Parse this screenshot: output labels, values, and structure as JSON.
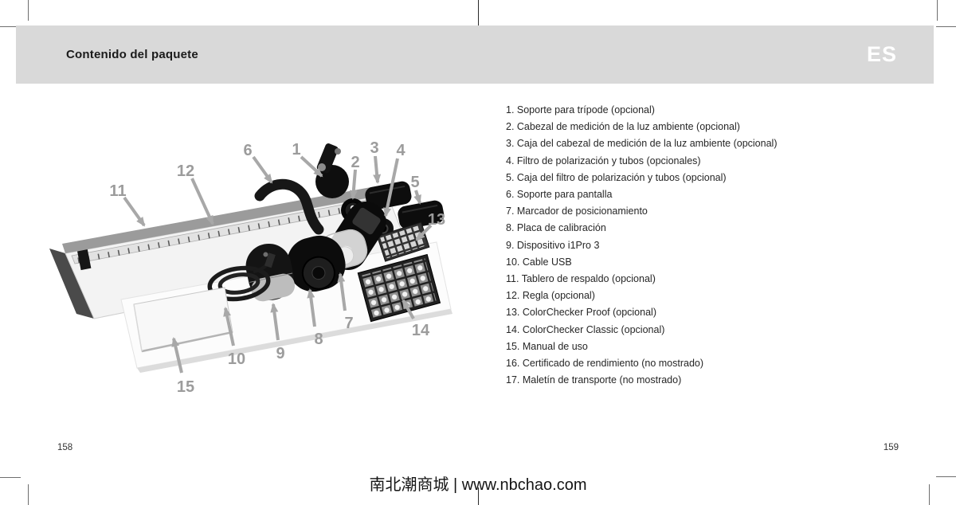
{
  "header": {
    "title": "Contenido del paquete",
    "language_badge": "ES"
  },
  "package_list": {
    "items": [
      "1. Soporte para trípode (opcional)",
      "2. Cabezal de medición de la luz ambiente (opcional)",
      "3. Caja del cabezal de medición de la luz ambiente (opcional)",
      "4. Filtro de polarización y tubos (opcionales)",
      "5. Caja del filtro de polarización y tubos (opcional)",
      "6. Soporte para pantalla",
      "7. Marcador de posicionamiento",
      "8. Placa de calibración",
      "9. Dispositivo i1Pro 3",
      "10. Cable USB",
      "11. Tablero de respaldo (opcional)",
      "12. Regla (opcional)",
      "13. ColorChecker Proof (opcional)",
      "14. ColorChecker Classic (opcional)",
      "15. Manual de uso",
      "16. Certificado de rendimiento (no mostrado)",
      "17. Maletín de transporte (no mostrado)"
    ]
  },
  "figure": {
    "callouts": [
      "1",
      "2",
      "3",
      "4",
      "5",
      "6",
      "7",
      "8",
      "9",
      "10",
      "11",
      "12",
      "13",
      "14",
      "15"
    ]
  },
  "footer": {
    "left_page_number": "158",
    "right_page_number": "159",
    "watermark": "南北潮商城 | www.nbchao.com"
  },
  "colors": {
    "header_band": "#d9d9d9",
    "callout": "#9c9c9c",
    "callout_arrow": "#a8a8a8"
  }
}
